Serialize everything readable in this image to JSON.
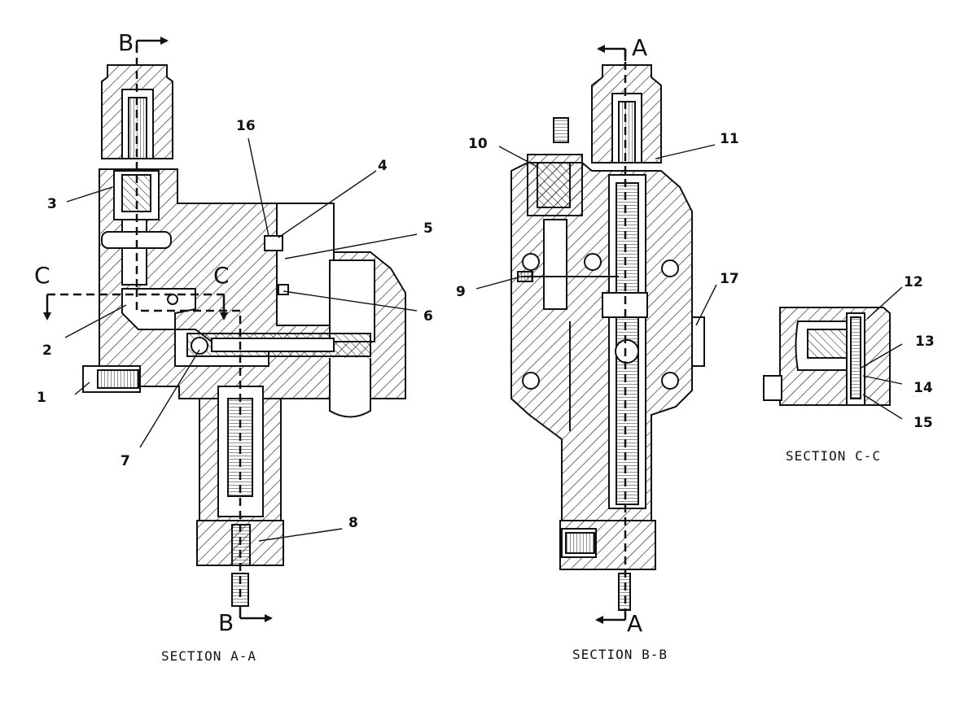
{
  "sections": [
    {
      "caption": "SECTION A-A"
    },
    {
      "caption": "SECTION B-B"
    },
    {
      "caption": "SECTION C-C"
    }
  ],
  "section_markers": {
    "b_top": "B",
    "b_bottom": "B",
    "a_top": "A",
    "a_bottom": "A",
    "c_left": "C",
    "c_right": "C"
  },
  "callouts": [
    "1",
    "2",
    "3",
    "4",
    "5",
    "6",
    "7",
    "8",
    "9",
    "10",
    "11",
    "12",
    "13",
    "14",
    "15",
    "16",
    "17"
  ]
}
